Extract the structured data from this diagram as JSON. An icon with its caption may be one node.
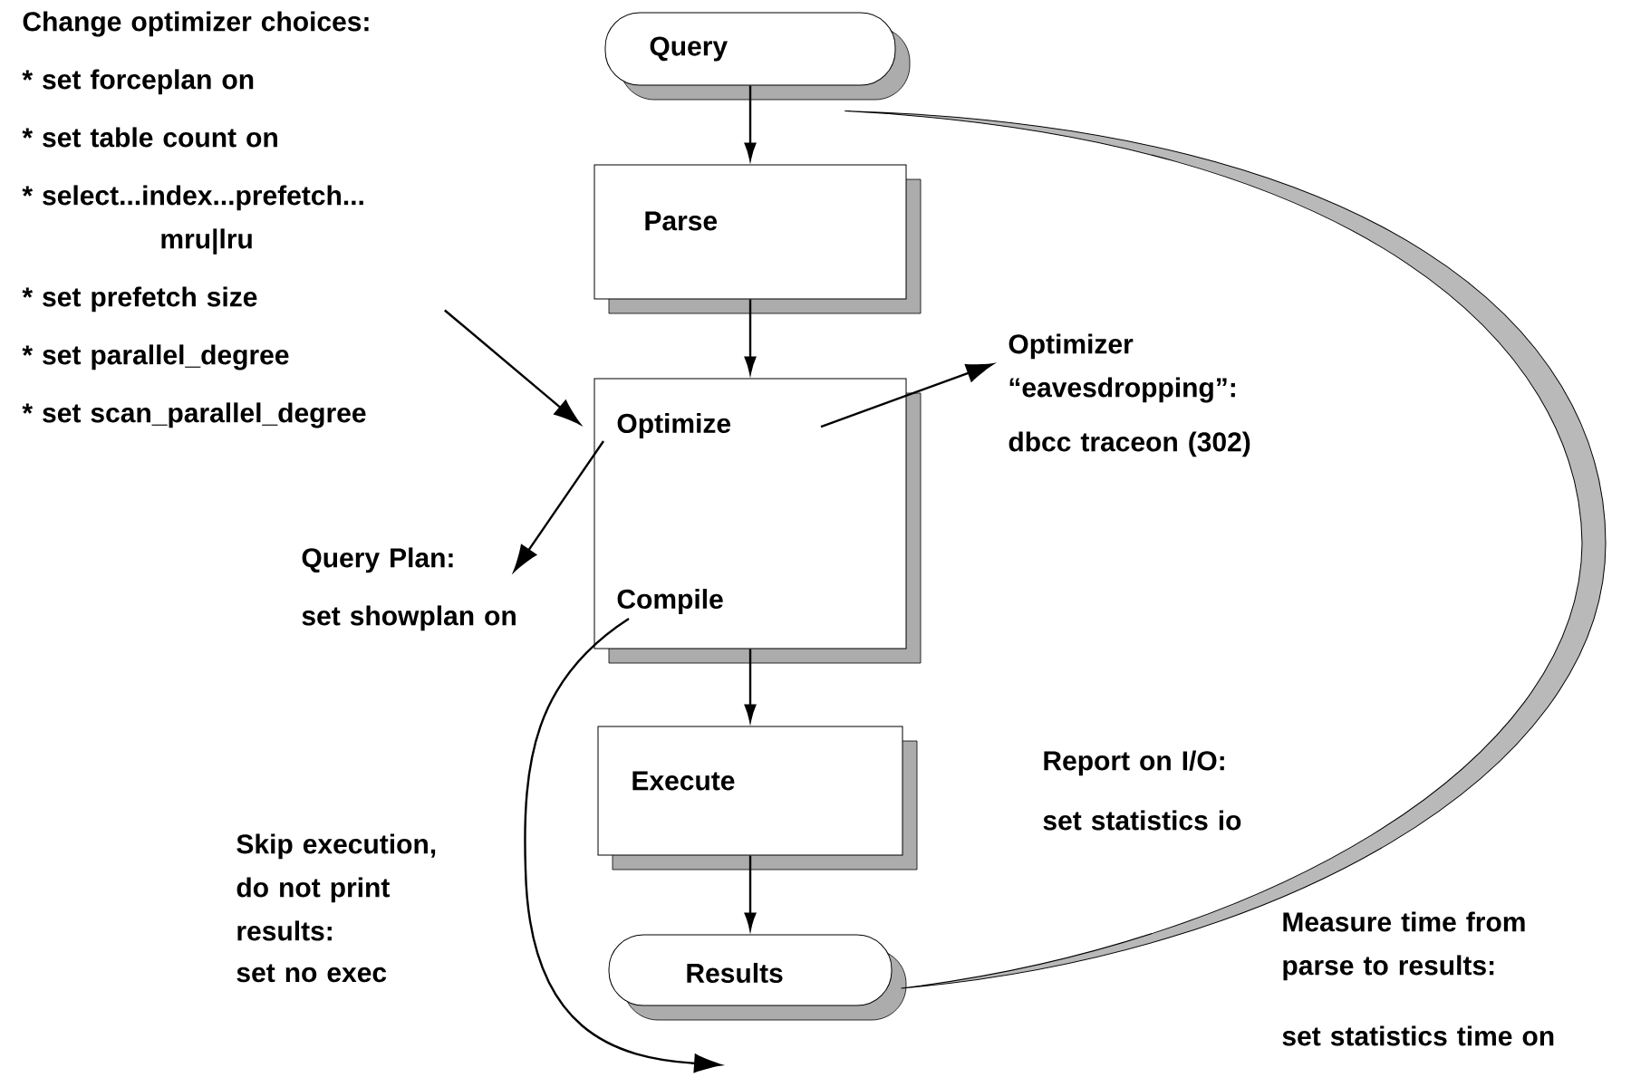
{
  "diagram": {
    "nodes": [
      {
        "text": [
          "Query"
        ]
      },
      {
        "text": [
          "Parse"
        ]
      },
      {
        "text": [
          "Optimize",
          "Compile"
        ]
      },
      {
        "text": [
          "Execute"
        ]
      },
      {
        "text": [
          "Results"
        ]
      },
      {
        "text": [
          "Change optimizer choices:",
          "* set forceplan on",
          "* set table count on",
          "* select...index...prefetch... mru|lru",
          "* set prefetch size",
          "* set parallel_degree",
          "* set scan_parallel_degree"
        ]
      },
      {
        "text": [
          "Optimizer “eavesdropping”:",
          "dbcc traceon (302)"
        ]
      },
      {
        "text": [
          "Query Plan:",
          "set showplan on"
        ]
      }
    ],
    "edges": [
      {
        "from": 0,
        "to": 1,
        "arrow": "to"
      },
      {
        "from": 1,
        "to": 2,
        "arrow": "to"
      },
      {
        "from": 5,
        "to": 2,
        "arrow": "to"
      },
      {
        "from": 2,
        "to": 6,
        "arrow": "to"
      },
      {
        "from": 2,
        "to": 7,
        "arrow": "to"
      },
      {
        "from": 2,
        "to": null,
        "arrow": "to"
      },
      {
        "from": 2,
        "to": 3,
        "arrow": "to"
      },
      {
        "from": 3,
        "to": 4,
        "arrow": "to"
      },
      {
        "from": 0,
        "to": 4,
        "arrow": "none",
        "style": "thick"
      }
    ],
    "labels": [
      "Skip execution, do not print results:",
      "set no exec",
      "Report on I/O:",
      "set statistics io",
      "Measure time from parse to results:",
      "set statistics time on"
    ]
  }
}
